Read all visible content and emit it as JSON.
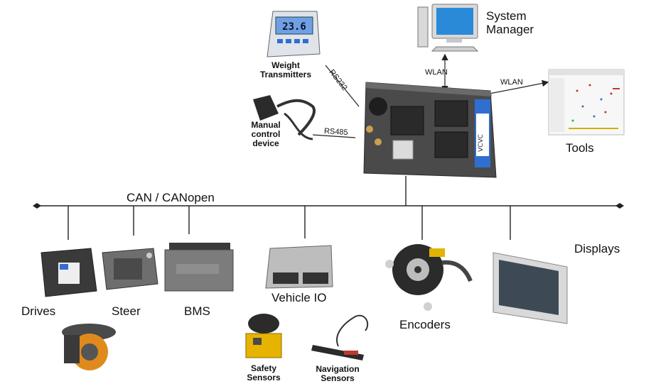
{
  "bus": {
    "label": "CAN / CANopen"
  },
  "links": {
    "wlan_left": "WLAN",
    "wlan_right": "WLAN",
    "rs232": "RS232",
    "rs485": "RS485"
  },
  "top": {
    "weight": {
      "line1": "Weight",
      "line2": "Transmitters",
      "display": "23.6"
    },
    "system_manager": {
      "line1": "System",
      "line2": "Manager"
    },
    "manual": {
      "line1": "Manual",
      "line2": "control",
      "line3": "device"
    },
    "tools": "Tools"
  },
  "controller": {
    "brand": "VCVC"
  },
  "devices": {
    "drives": "Drives",
    "steer": "Steer",
    "bms": "BMS",
    "vehicle_io": "Vehicle IO",
    "encoders": "Encoders",
    "displays": "Displays",
    "safety": {
      "line1": "Safety",
      "line2": "Sensors"
    },
    "navigation": {
      "line1": "Navigation",
      "line2": "Sensors"
    }
  },
  "colors": {
    "line": "#222222",
    "device_dark": "#3a3a3a",
    "device_grey": "#8a8a8a",
    "accent_blue": "#2f6fd0",
    "safety_yellow": "#e6b400",
    "wheel_orange": "#e08a1e"
  }
}
